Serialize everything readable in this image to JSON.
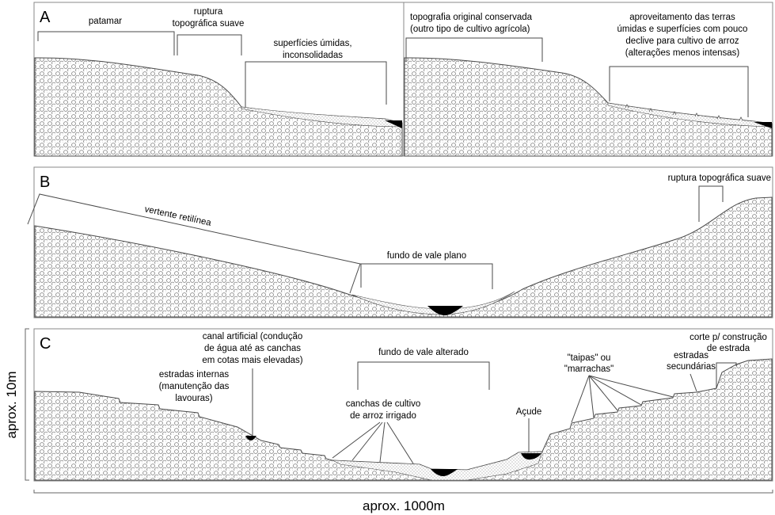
{
  "panel_a": {
    "letter": "A",
    "left": {
      "patamar": "patamar",
      "ruptura_line1": "ruptura",
      "ruptura_line2": "topográfica suave",
      "umidas_line1": "superfícies úmidas,",
      "umidas_line2": "inconsolidadas"
    },
    "right": {
      "original_line1": "topografia original conservada",
      "original_line2": "(outro tipo de cultivo agrícola)",
      "aproveit_line1": "aproveitamento das terras",
      "aproveit_line2": "úmidas e superfícies com pouco",
      "aproveit_line3": "declive para cultivo de arroz",
      "aproveit_line4": "(alterações menos intensas)"
    }
  },
  "panel_b": {
    "letter": "B",
    "ruptura": "ruptura topográfica suave",
    "vertente": "vertente retilínea",
    "fundo": "fundo de vale plano"
  },
  "panel_c": {
    "letter": "C",
    "canal_line1": "canal artificial (condução",
    "canal_line2": "de água até as canchas",
    "canal_line3": "em cotas mais elevadas)",
    "estradas_int_line1": "estradas internas",
    "estradas_int_line2": "(manutenção das",
    "estradas_int_line3": "lavouras)",
    "fundo_alterado": "fundo de vale alterado",
    "canchas_line1": "canchas de cultivo",
    "canchas_line2": "de arroz irrigado",
    "acude": "Açude",
    "taipas_line1": "\"taipas\" ou",
    "taipas_line2": "\"marrachas\"",
    "corte_line1": "corte p/ construção",
    "corte_line2": "de estrada",
    "estradas_sec_line1": "estradas",
    "estradas_sec_line2": "secundárias"
  },
  "axes": {
    "vertical": "aprox. 10m",
    "horizontal": "aprox. 1000m"
  },
  "colors": {
    "line": "#4a4a4a",
    "fill_dark": "#000000",
    "sediment": "#d9d9d9",
    "frame": "#888888"
  }
}
